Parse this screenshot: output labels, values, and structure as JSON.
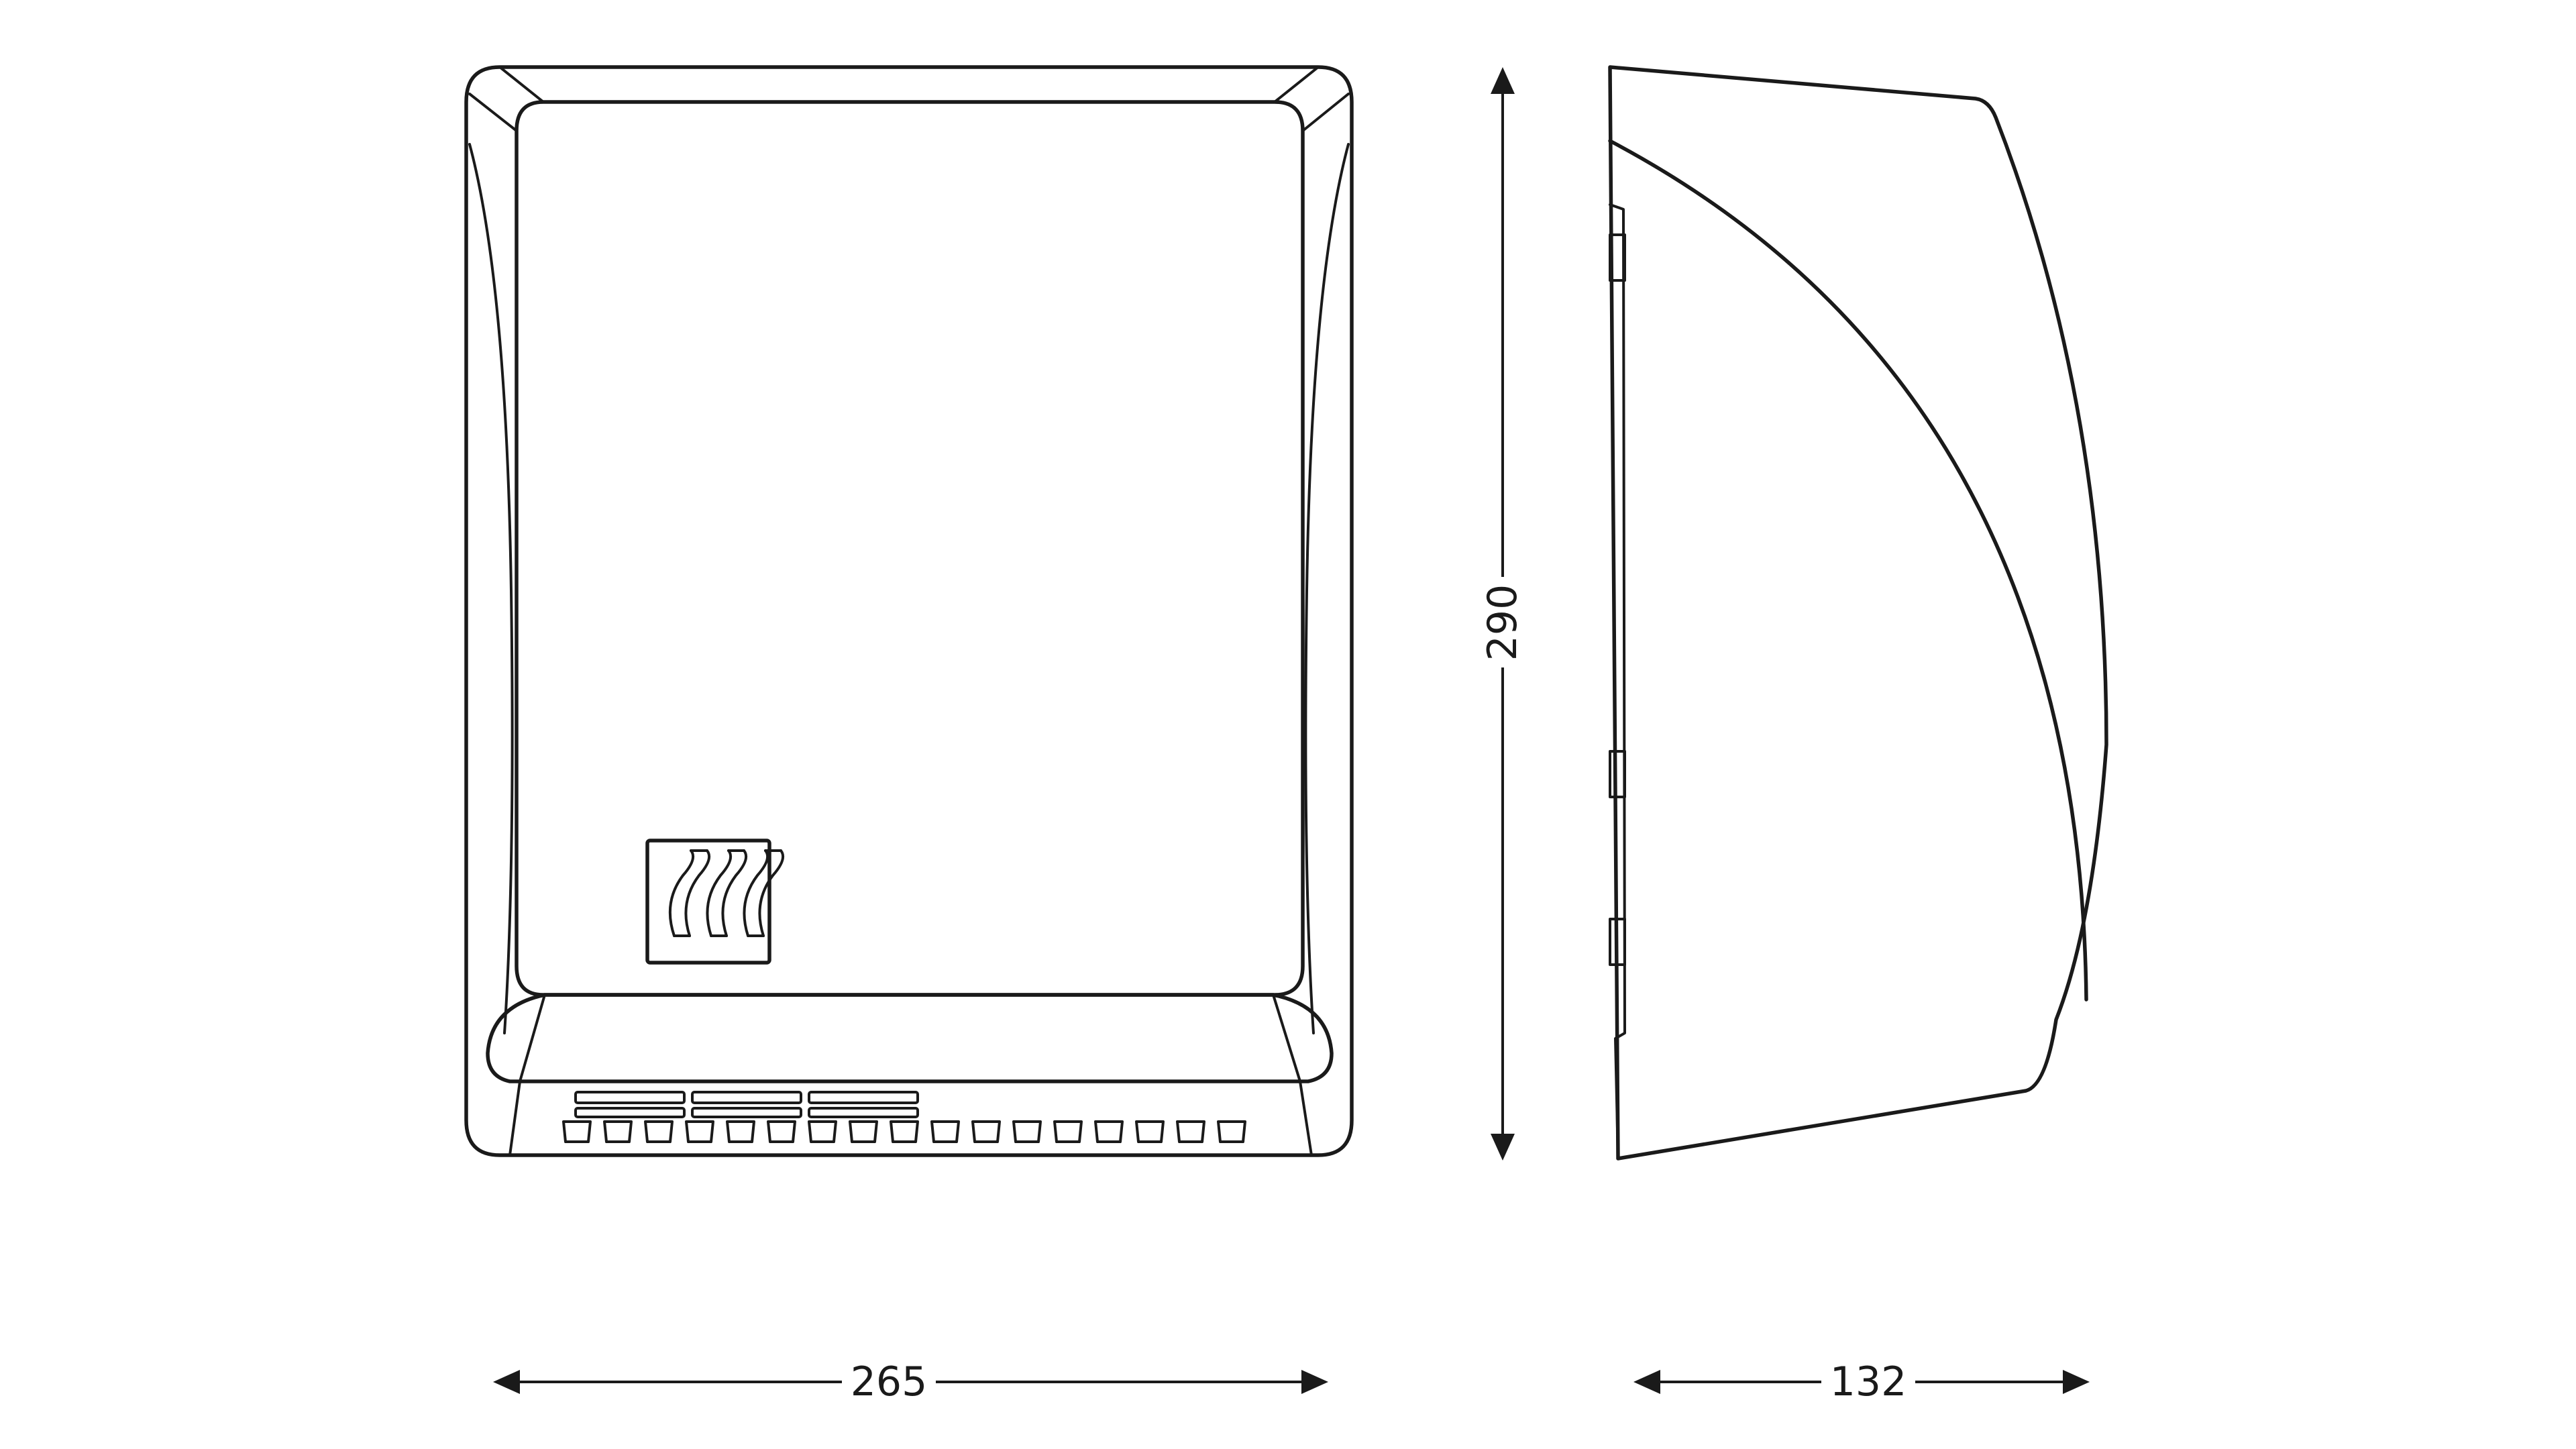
{
  "dimensions": {
    "front_width": "265",
    "height": "290",
    "side_depth": "132"
  },
  "colors": {
    "line": "#1a1a1a",
    "background": "#ffffff"
  },
  "icons": {
    "heater_symbol": "heat-waves-icon"
  }
}
